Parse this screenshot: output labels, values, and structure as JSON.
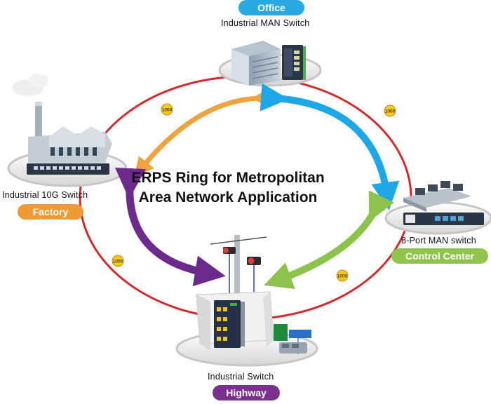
{
  "center_title": "ERPS Ring for Metropolitan Area Network Application",
  "link_speed_label": "1000",
  "nodes": {
    "office": {
      "site": "Office",
      "device": "Industrial MAN Switch"
    },
    "factory": {
      "site": "Factory",
      "device": "Industrial 10G Switch"
    },
    "control_center": {
      "site": "Control Center",
      "device": "8-Port MAN switch"
    },
    "highway": {
      "site": "Highway",
      "device": "Industrial Switch"
    }
  },
  "colors": {
    "ring": "#d42a2e",
    "office_badge": "#29a9e1",
    "factory_badge": "#ee9a35",
    "control_badge": "#8ec54a",
    "highway_badge": "#7b2f8f",
    "arrow_orange": "#f0a23c",
    "arrow_blue": "#1ea7e6",
    "arrow_green": "#8cc34a",
    "arrow_purple": "#6b2a8c",
    "link_badge": "#f7c81e"
  }
}
